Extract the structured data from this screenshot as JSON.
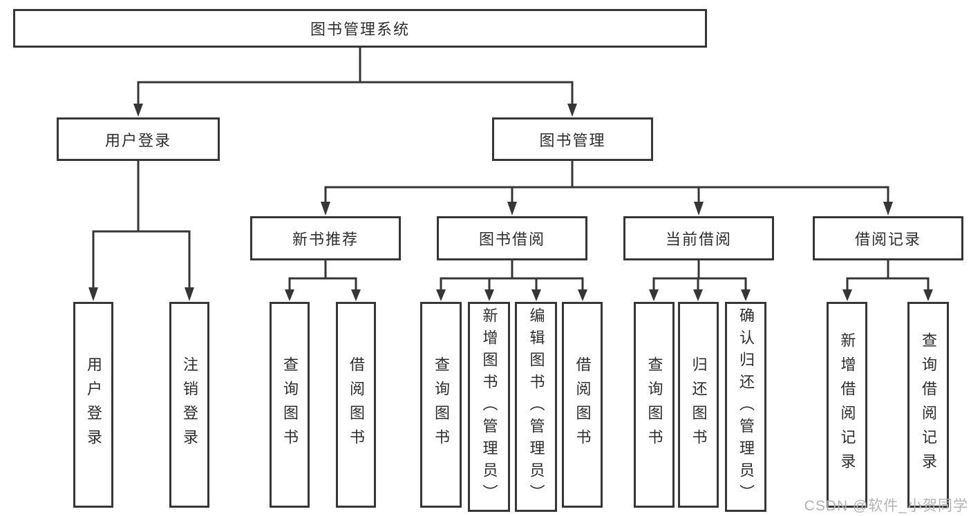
{
  "diagram_title": "图书管理系统",
  "colors": {
    "line": "#363636",
    "box_border": "#363636",
    "text": "#2d2d2d",
    "background": "#ffffff",
    "watermark": "#b3b3b3"
  },
  "tree": {
    "label": "图书管理系统",
    "children": [
      {
        "label": "用户登录",
        "children": [
          {
            "label": "用户登录"
          },
          {
            "label": "注销登录"
          }
        ]
      },
      {
        "label": "图书管理",
        "children": [
          {
            "label": "新书推荐",
            "children": [
              {
                "label": "查询图书"
              },
              {
                "label": "借阅图书"
              }
            ]
          },
          {
            "label": "图书借阅",
            "children": [
              {
                "label": "查询图书"
              },
              {
                "label": "新增图书（管理员）"
              },
              {
                "label": "编辑图书（管理员）"
              },
              {
                "label": "借阅图书"
              }
            ]
          },
          {
            "label": "当前借阅",
            "children": [
              {
                "label": "查询图书"
              },
              {
                "label": "归还图书"
              },
              {
                "label": "确认归还（管理员）"
              }
            ]
          },
          {
            "label": "借阅记录",
            "children": [
              {
                "label": "新增借阅记录"
              },
              {
                "label": "查询借阅记录"
              }
            ]
          }
        ]
      }
    ]
  },
  "watermark": {
    "text": "CSDN @软件_小贺同学"
  }
}
